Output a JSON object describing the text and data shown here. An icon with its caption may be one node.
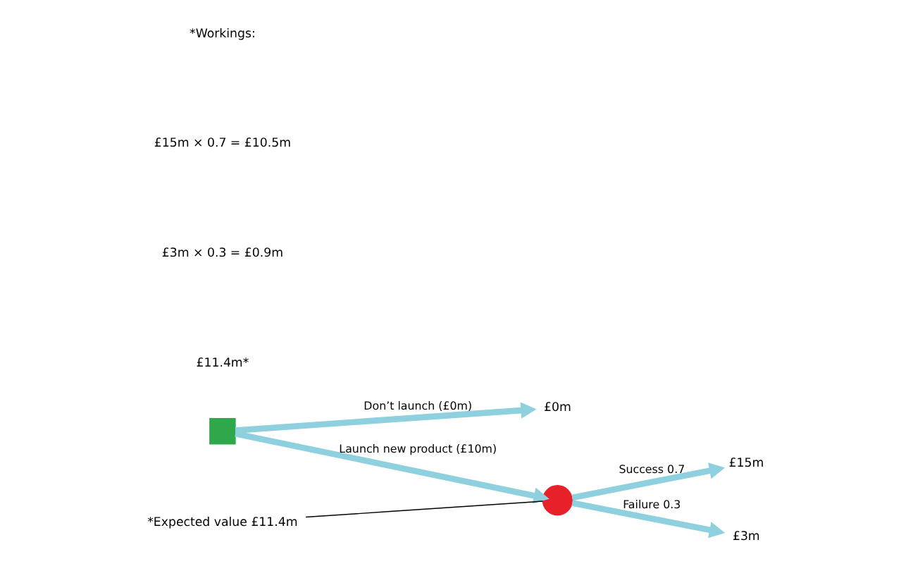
{
  "diagram": {
    "nodes": [
      {
        "text": [],
        "shape": "box"
      },
      {
        "text": [],
        "shape": "circle"
      },
      {
        "text": [
          "£15m"
        ]
      },
      {
        "text": [
          "£3m"
        ]
      },
      {
        "text": [
          "£0m"
        ]
      },
      {
        "text": [
          "*Expected value £11.4m"
        ]
      }
    ],
    "edges": [
      {
        "from": 0,
        "to": 1,
        "arrow": "to",
        "label": "Launch new product (£10m)"
      },
      {
        "from": 1,
        "to": 2,
        "arrow": "to",
        "label": "Success 0.7"
      },
      {
        "from": 1,
        "to": 3,
        "arrow": "to",
        "label": "Failure 0.3"
      },
      {
        "from": 0,
        "to": 4,
        "arrow": "to",
        "label": "Don’t launch (£0m)"
      },
      {
        "from": 5,
        "to": 1,
        "arrow": "none",
        "color": "#000000"
      }
    ],
    "labels": [
      "*Workings:",
      "£15m × 0.7 = £10.5m",
      "£3m × 0.3 = £0.9m",
      "£11.4m*"
    ]
  }
}
